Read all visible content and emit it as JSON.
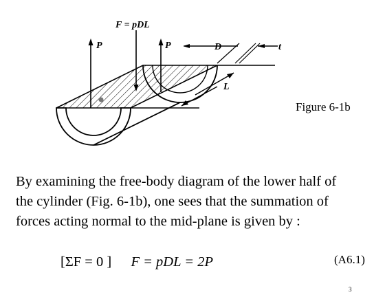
{
  "figure": {
    "force_label": "F = pDL",
    "p_left_label": "P",
    "p_right_label": "P",
    "d_label": "D",
    "t_label": "t",
    "l_label": "L",
    "caption": "Figure 6-1b"
  },
  "text": {
    "lines": [
      "By examining the free-body diagram of the lower half of",
      "the cylinder (Fig. 6-1b), one sees that the summation of",
      "forces acting normal to the mid-plane is given by :"
    ]
  },
  "equation": {
    "condition": "[ΣF = 0 ]",
    "expression": "F  =  pDL  =  2P",
    "number": "(A6.1)"
  },
  "page_number": "3"
}
